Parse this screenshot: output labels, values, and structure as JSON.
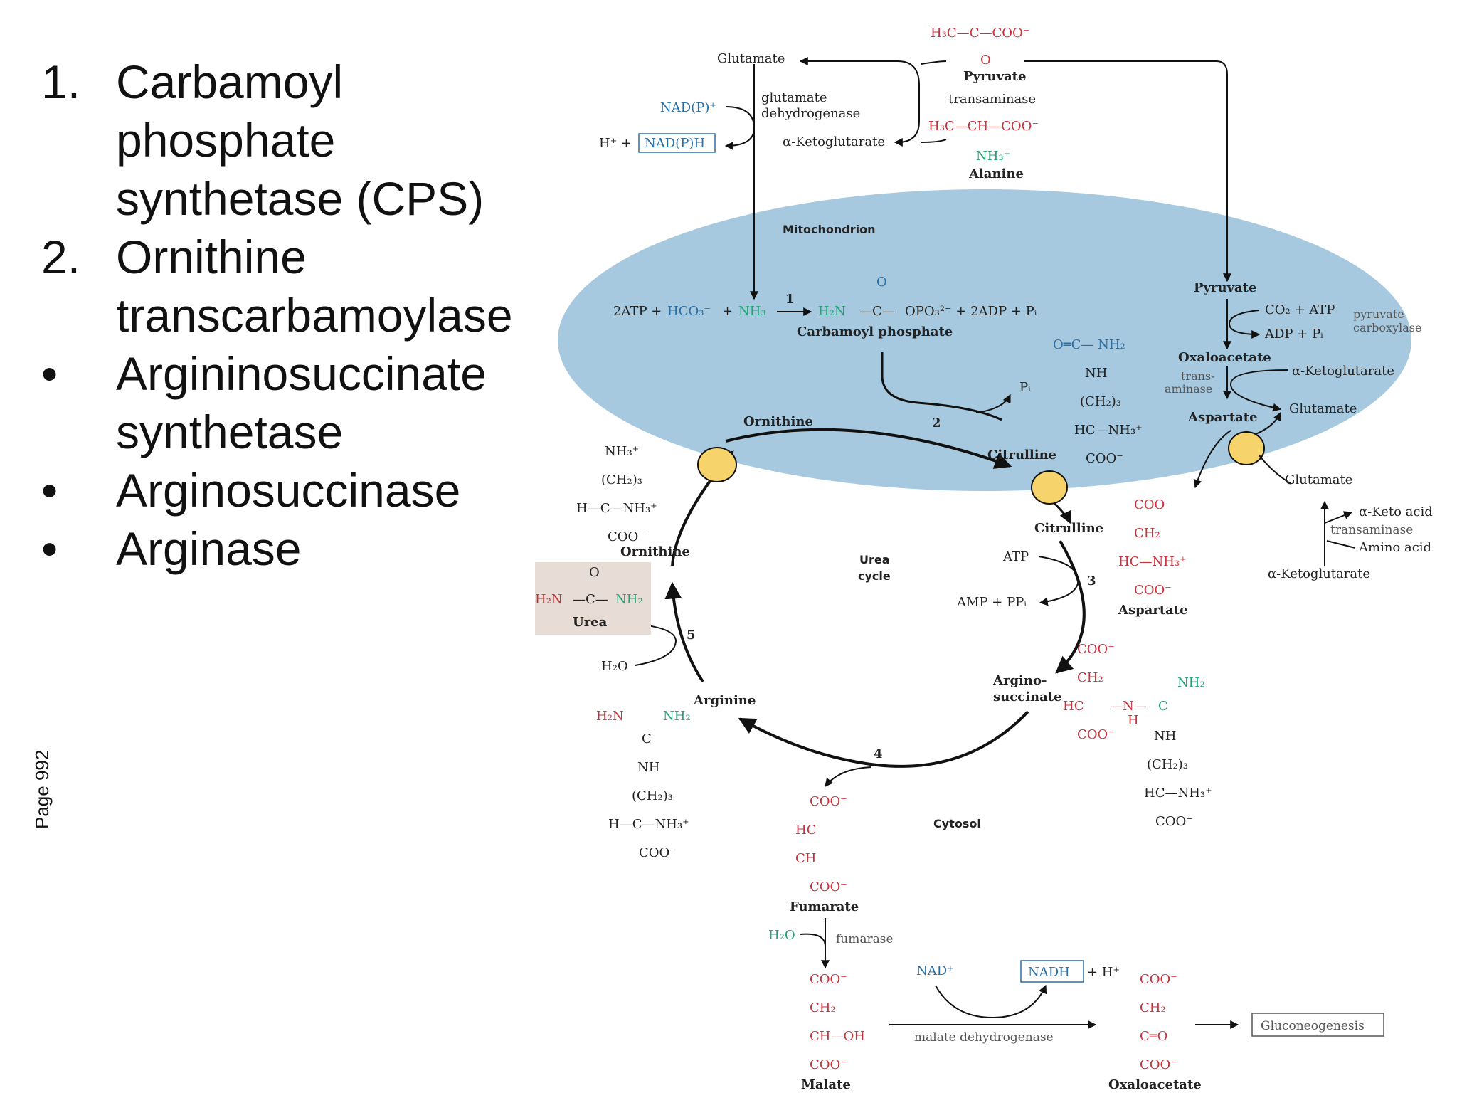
{
  "slide": {
    "items": [
      {
        "marker": "1.",
        "text": "Carbamoyl phosphate synthetase (CPS)"
      },
      {
        "marker": "2.",
        "text": "Ornithine transcarbamoylase"
      },
      {
        "marker": "•",
        "text": "Argininosuccinate synthetase"
      },
      {
        "marker": "•",
        "text": "Arginosuccinase"
      },
      {
        "marker": "•",
        "text": "Arginase"
      }
    ],
    "page_label": "Page 992"
  },
  "diagram": {
    "compartments": {
      "mitochondrion": "Mitochondrion",
      "cytosol": "Cytosol",
      "cycle": [
        "Urea",
        "cycle"
      ]
    },
    "step_numbers": [
      "1",
      "2",
      "3",
      "4",
      "5"
    ],
    "top": {
      "glutamate": "Glutamate",
      "nadp": "NAD(P)⁺",
      "h_plus": "H⁺ +",
      "nadph": "NAD(P)H",
      "gdh": [
        "glutamate",
        "dehydrogenase"
      ],
      "akg": "α-Ketoglutarate",
      "pyruvate_struct": "H₃C—C—COO⁻",
      "pyruvate_o": "O",
      "pyruvate": "Pyruvate",
      "transaminase": "transaminase",
      "alanine_struct": "H₃C—CH—COO⁻",
      "alanine_nh3": "NH₃⁺",
      "alanine": "Alanine"
    },
    "step1": {
      "atp": "2ATP +",
      "hco3": "HCO₃⁻",
      "plus": "+",
      "nh3": "NH₃",
      "h2n": "H₂N",
      "c_center": "—C—",
      "o_top": "O",
      "opo3": "OPO₃²⁻ + 2ADP + Pᵢ",
      "name": "Carbamoyl phosphate"
    },
    "right_mito": {
      "pyruvate": "Pyruvate",
      "co2_atp": "CO₂ + ATP",
      "adp_pi": "ADP + Pᵢ",
      "pc": [
        "pyruvate",
        "carboxylase"
      ],
      "oaa": "Oxaloacetate",
      "akg": "α-Ketoglutarate",
      "transaminase": [
        "trans-",
        "aminase"
      ],
      "glutamate": "Glutamate",
      "aspartate": "Aspartate"
    },
    "cycle": {
      "ornithine": "Ornithine",
      "citrulline_mito": "Citrulline",
      "citrulline_cyto": "Citrulline",
      "pi": "Pᵢ",
      "atp": "ATP",
      "amp_ppi": "AMP + PPᵢ",
      "argsucc": [
        "Argino-",
        "succinate"
      ],
      "arginine": "Arginine",
      "h2o": "H₂O",
      "urea": "Urea",
      "ornithine_cyto": "Ornithine"
    },
    "citrulline_struct": [
      "O═C— NH₂",
      "NH",
      "(CH₂)₃",
      "HC—NH₃⁺",
      "COO⁻"
    ],
    "ornithine_struct": [
      "NH₃⁺",
      "(CH₂)₃",
      "H—C—NH₃⁺",
      "COO⁻"
    ],
    "urea_struct": {
      "o": "O",
      "h2n": "H₂N",
      "c": "—C—",
      "nh2": "NH₂"
    },
    "arginine_struct": {
      "h2n": "H₂N",
      "nh2": "NH₂",
      "lines": [
        "C",
        "NH",
        "(CH₂)₃",
        "H—C—NH₃⁺",
        "COO⁻"
      ]
    },
    "aspartate_struct": [
      "COO⁻",
      "CH₂",
      "HC—NH₃⁺",
      "COO⁻"
    ],
    "aspartate_name": "Aspartate",
    "argsucc_struct": {
      "red_lines": [
        "COO⁻",
        "CH₂",
        "HC",
        "COO⁻"
      ],
      "n_link": "—N—",
      "h": "H",
      "c_eq": "C",
      "nh2": "NH₂",
      "lines": [
        "NH",
        "(CH₂)₃",
        "HC—NH₃⁺",
        "COO⁻"
      ]
    },
    "right_lower": {
      "glutamate": "Glutamate",
      "keto_acid": "α-Keto acid",
      "transaminase": "transaminase",
      "amino_acid": "Amino acid",
      "akg": "α-Ketoglutarate"
    },
    "fumarate_struct": [
      "COO⁻",
      "HC",
      "CH",
      "COO⁻"
    ],
    "fumarate": "Fumarate",
    "h2o": "H₂O",
    "fumarase": "fumarase",
    "malate_struct": [
      "COO⁻",
      "CH₂",
      "CH—OH",
      "COO⁻"
    ],
    "malate": "Malate",
    "nad": "NAD⁺",
    "nadh": "NADH",
    "nadh_h": "+ H⁺",
    "mdh": "malate dehydrogenase",
    "oaa_struct": [
      "COO⁻",
      "CH₂",
      "C═O",
      "COO⁻"
    ],
    "oaa": "Oxaloacetate",
    "gluconeogenesis": "Gluconeogenesis"
  },
  "colors": {
    "mito": "#a6c9df",
    "carrier": "#f6d36b",
    "red": "#c8323a",
    "blue": "#2a6ea5",
    "green": "#24a374",
    "urea_box": "#e8dcd6"
  }
}
